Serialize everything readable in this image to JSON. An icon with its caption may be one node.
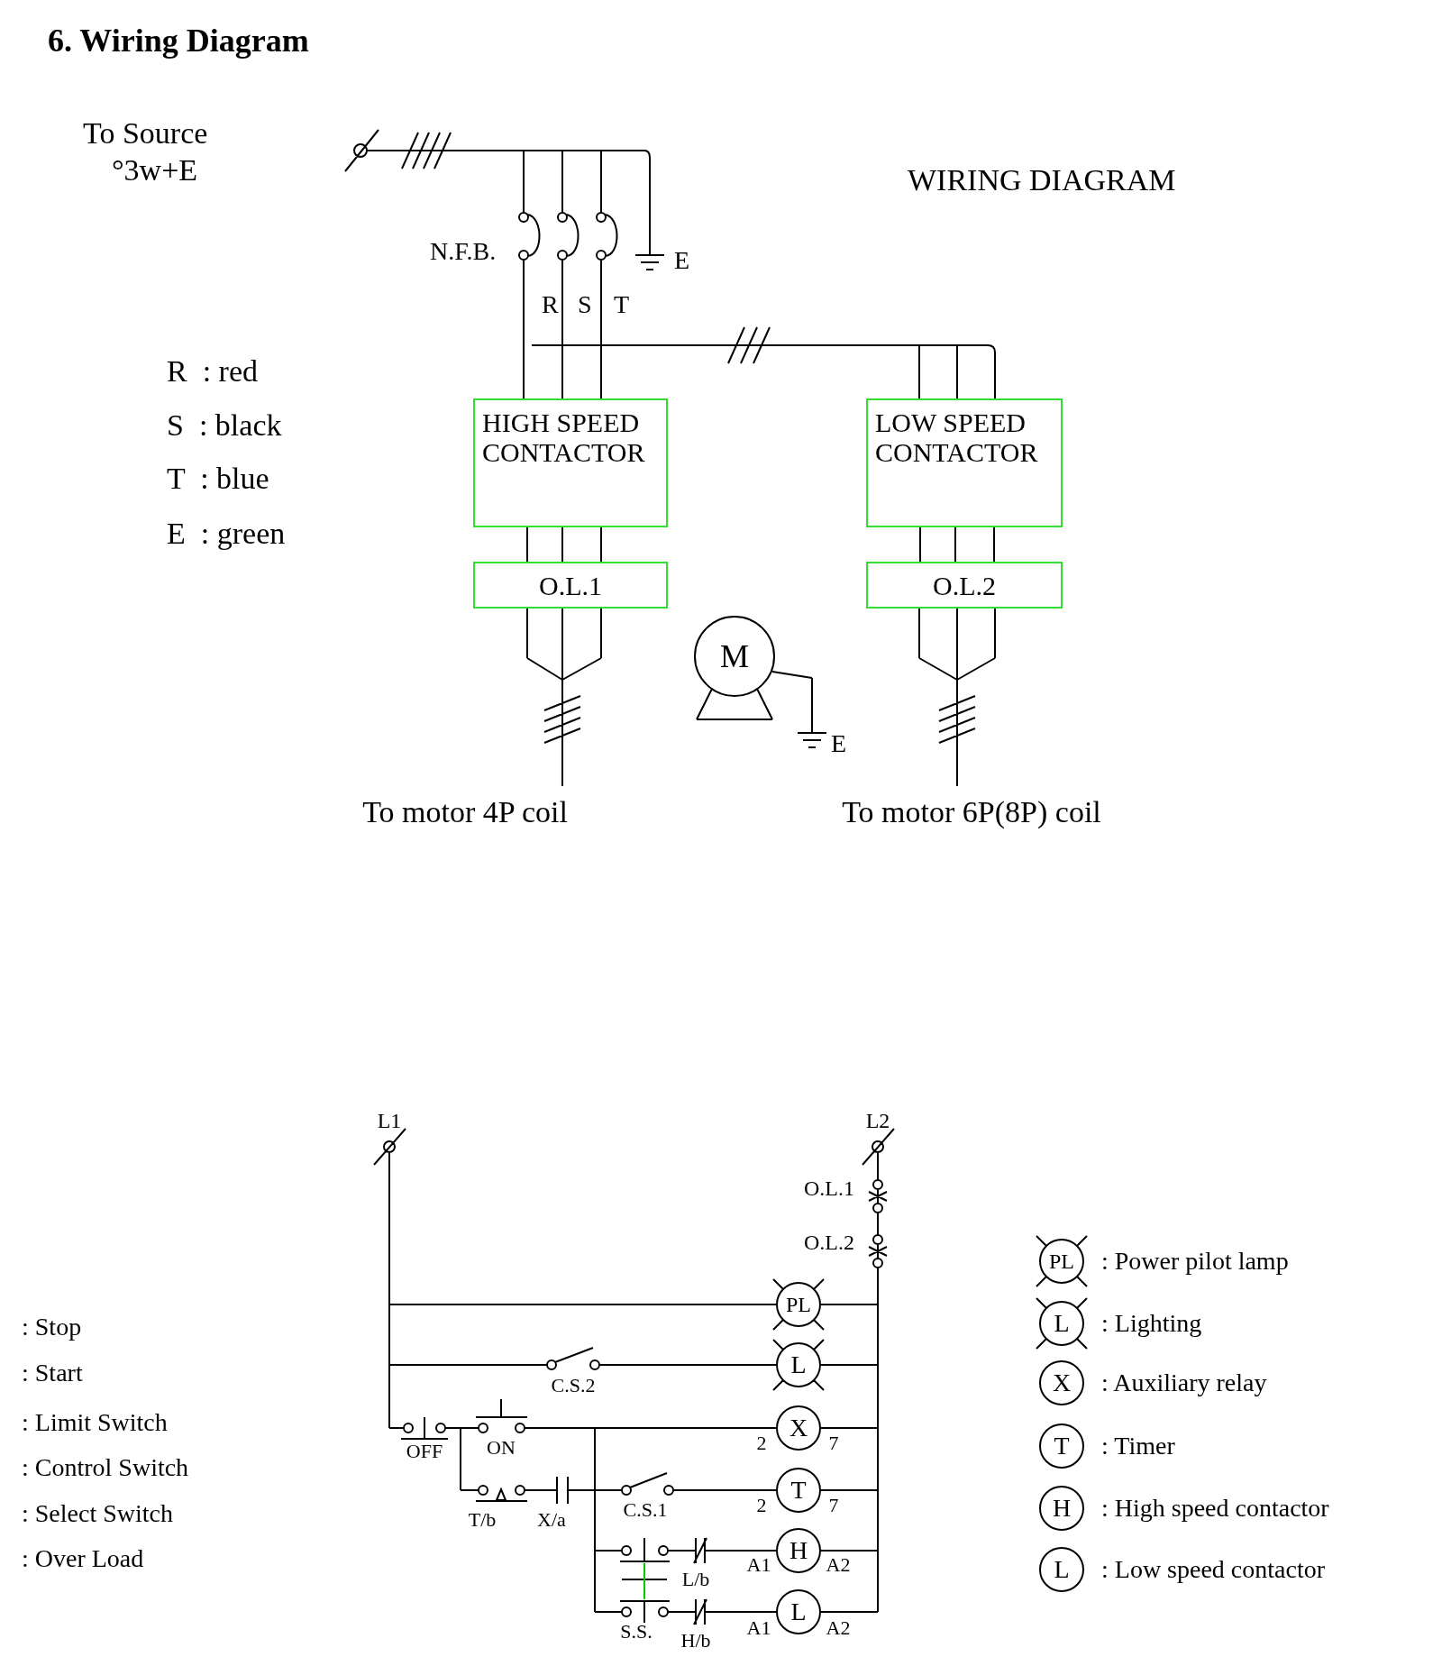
{
  "diagram": {
    "title": "6.   Wiring Diagram",
    "nodes": [
      {
        "text": [
          "HIGH SPEED CONTACTOR"
        ]
      },
      {
        "text": [
          "O.L.1"
        ]
      },
      {
        "text": [
          "LOW SPEED CONTACTOR"
        ]
      },
      {
        "text": [
          "O.L.2"
        ]
      },
      {
        "text": [
          "M"
        ]
      },
      {
        "text": [
          "PL"
        ]
      },
      {
        "text": [
          "L"
        ]
      },
      {
        "text": [
          "X"
        ]
      },
      {
        "text": [
          "T"
        ]
      },
      {
        "text": [
          "H"
        ]
      },
      {
        "text": [
          "L"
        ]
      },
      {
        "text": [
          "PL"
        ],
        "beside": [
          ": Power pilot lamp"
        ]
      },
      {
        "text": [
          "L"
        ],
        "beside": [
          ": Lighting"
        ]
      },
      {
        "text": [
          "X"
        ],
        "beside": [
          ": Auxiliary relay"
        ]
      },
      {
        "text": [
          "T"
        ],
        "beside": [
          ": Timer"
        ]
      },
      {
        "text": [
          "H"
        ],
        "beside": [
          ": High speed contactor"
        ]
      },
      {
        "text": [
          "L"
        ],
        "beside": [
          ": Low speed contactor"
        ]
      }
    ],
    "edges": [
      {
        "from": 0,
        "to": 1,
        "arrow": "none"
      },
      {
        "from": 2,
        "to": 3,
        "arrow": "none"
      }
    ],
    "labels": [
      "To Source",
      "°3w+E",
      "WIRING DIAGRAM",
      "N.F.B.",
      "E",
      "R",
      "S",
      "T",
      "R  : red",
      "S  : black",
      "T  : blue",
      "E  : green",
      "E",
      "To motor 4P coil",
      "To motor 6P(8P) coil",
      "L1",
      "L2",
      "O.L.1",
      "O.L.2",
      "C.S.2",
      "2",
      "7",
      "OFF",
      "ON",
      "2",
      "7",
      "T/b",
      "X/a",
      "C.S.1",
      "L/b",
      "A1",
      "A2",
      "S.S.",
      "H/b",
      "A1",
      "A2",
      ": Stop",
      ": Start",
      ": Limit Switch",
      ": Control Switch",
      ": Select Switch",
      ": Over Load"
    ]
  }
}
